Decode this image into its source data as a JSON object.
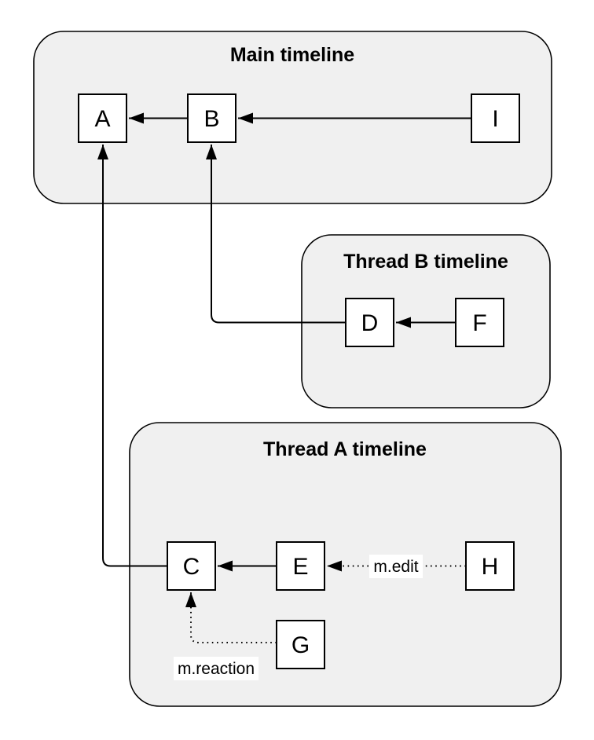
{
  "diagram": {
    "background": "#ffffff",
    "groups": [
      {
        "id": "main",
        "title": "Main timeline"
      },
      {
        "id": "thread-b",
        "title": "Thread B timeline"
      },
      {
        "id": "thread-a",
        "title": "Thread A timeline"
      }
    ],
    "nodes": [
      {
        "id": "A",
        "label": "A",
        "fill": "#dae8fc"
      },
      {
        "id": "B",
        "label": "B",
        "fill": "#dae8fc"
      },
      {
        "id": "I",
        "label": "I",
        "fill": "#ffffff"
      },
      {
        "id": "D",
        "label": "D",
        "fill": "#ffffff"
      },
      {
        "id": "F",
        "label": "F",
        "fill": "#ffffff"
      },
      {
        "id": "C",
        "label": "C",
        "fill": "#ffffff"
      },
      {
        "id": "E",
        "label": "E",
        "fill": "#ffffff"
      },
      {
        "id": "H",
        "label": "H",
        "fill": "#ffffff"
      },
      {
        "id": "G",
        "label": "G",
        "fill": "#ffffff"
      }
    ],
    "edges": [
      {
        "from": "B",
        "to": "A",
        "style": "solid",
        "label": ""
      },
      {
        "from": "I",
        "to": "B",
        "style": "solid",
        "label": ""
      },
      {
        "from": "F",
        "to": "D",
        "style": "solid",
        "label": ""
      },
      {
        "from": "D",
        "to": "B",
        "style": "solid",
        "label": ""
      },
      {
        "from": "E",
        "to": "C",
        "style": "solid",
        "label": ""
      },
      {
        "from": "C",
        "to": "A",
        "style": "solid",
        "label": ""
      },
      {
        "from": "H",
        "to": "E",
        "style": "dotted",
        "label": "m.edit"
      },
      {
        "from": "G",
        "to": "C",
        "style": "dotted",
        "label": "m.reaction"
      }
    ],
    "colors": {
      "group_fill": "#f0f0f0",
      "group_stroke": "#000000",
      "node_highlight_fill": "#dae8fc",
      "node_fill": "#ffffff",
      "edge_stroke": "#000000",
      "label_bg": "#ffffff",
      "text": "#000000"
    }
  }
}
